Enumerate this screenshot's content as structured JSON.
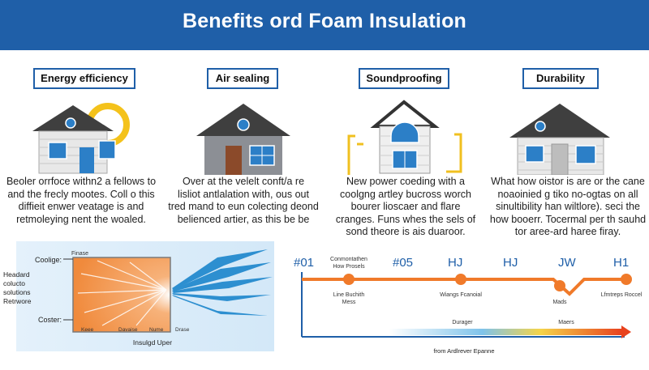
{
  "header": {
    "title": "Benefits ord Foam Insulation"
  },
  "panels": [
    {
      "label": "Energy efficiency",
      "lines": [
        "Beoler orrfoce withn2 a fellows to",
        "and the frecly mootes. Coll o this",
        "diffieit enwer veatage is and",
        "retmoleying nent the woaled."
      ]
    },
    {
      "label": "Air sealing",
      "lines": [
        "Over at the velelt conft/a re",
        "lisliot antlalation with, ous out",
        "tred mand to eun colecting deond",
        "belienced artier, as this be be"
      ]
    },
    {
      "label": "Soundproofing",
      "lines": [
        "New power coeding with a",
        "coolgng artley bucross worch",
        "bourer lioscaer and flare",
        "cranges. Funs whes the sels of",
        "sond theore is ais duaroor."
      ]
    },
    {
      "label": "Durability",
      "lines": [
        "What how oistor is are or the cane",
        "noaoinied g tiko no-ogtas on all",
        "sinultibility han wiltlore). seci the",
        "how booerr. Tocermal per th sauhd",
        "tor aree-ard haree firay."
      ]
    }
  ],
  "diagram": {
    "left_labels": [
      "Coolige:",
      "Headard",
      "colucto",
      "solutions",
      "Retrwore",
      "Coster:"
    ],
    "top_label": "Finase",
    "bottom_labels": [
      "Keee",
      "Davaise",
      "Nume",
      "Drase"
    ],
    "caption": "Insulgd Uper",
    "colors": {
      "foam": "#f08a3c",
      "air": "#2d8fd0"
    }
  },
  "timeline": {
    "codes": [
      "#01",
      "#05",
      "HJ",
      "HJ",
      "JW",
      "H1"
    ],
    "top_labels": [
      "Conmontathen",
      "How Prosels"
    ],
    "bottom_labels": [
      "Line Buchith",
      "Mess",
      "Wiangs Fcanoial",
      "Mads",
      "Lfmtreps Roccel"
    ],
    "scale_labels": [
      "Durager",
      "Maers"
    ],
    "caption": "from Ardlrever Epanne",
    "colors": {
      "line": "#f07a2a",
      "axis": "#1f5fa8"
    }
  }
}
